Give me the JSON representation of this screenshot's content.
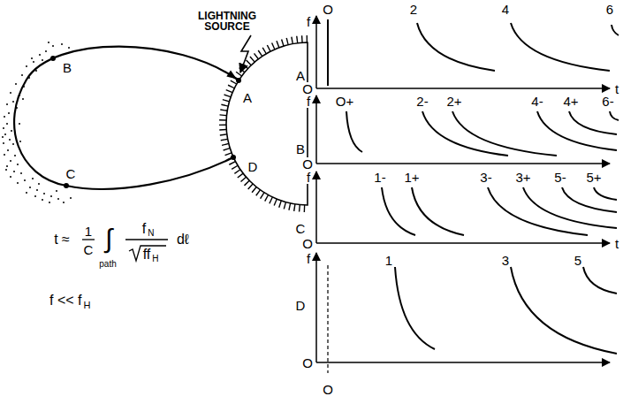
{
  "diagram": {
    "labels": [
      "LIGHTNING SOURCE",
      "A",
      "B",
      "C",
      "D",
      "t ≈",
      "1",
      "C",
      "∫",
      "path",
      "f",
      "N",
      "ff",
      "H",
      "dℓ",
      "f << f",
      "H",
      "A",
      "f",
      "O",
      "t",
      "O",
      "2",
      "4",
      "6",
      "B",
      "f",
      "O",
      "O+",
      "2-",
      "2+",
      "4-",
      "4+",
      "6-",
      "C",
      "f",
      "O",
      "t",
      "1-",
      "1+",
      "3-",
      "3+",
      "5-",
      "5+",
      "D",
      "f",
      "O",
      "1",
      "3",
      "5",
      "O"
    ]
  }
}
